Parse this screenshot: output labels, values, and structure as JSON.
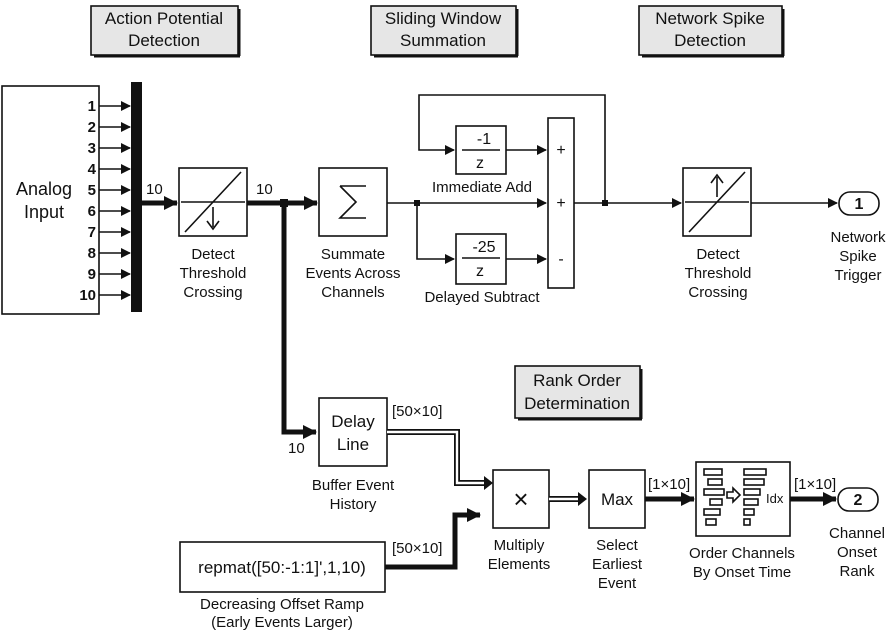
{
  "headers": {
    "action_potential": [
      "Action Potential",
      "Detection"
    ],
    "sliding_window": [
      "Sliding Window",
      "Summation"
    ],
    "network_spike": [
      "Network Spike",
      "Detection"
    ],
    "rank_order": [
      "Rank Order",
      "Determination"
    ]
  },
  "analog_input": {
    "label": [
      "Analog",
      "Input"
    ],
    "ports": [
      "1",
      "2",
      "3",
      "4",
      "5",
      "6",
      "7",
      "8",
      "9",
      "10"
    ]
  },
  "signal_labels": {
    "mux_out": "10",
    "threshold_out": "10",
    "delay_in": "10",
    "delay_out": "[50×10]",
    "ramp_out": "[50×10]",
    "max_out": "[1×10]",
    "sort_out": "[1×10]"
  },
  "blocks": {
    "detect_threshold_1": [
      "Detect",
      "Threshold",
      "Crossing"
    ],
    "summate": [
      "Summate",
      "Events Across",
      "Channels"
    ],
    "immediate_add": {
      "num": "-1",
      "den": "z",
      "caption": "Immediate Add"
    },
    "delayed_subtract": {
      "num": "-25",
      "den": "z",
      "caption": "Delayed Subtract"
    },
    "sum_signs": [
      "+",
      "+",
      "-"
    ],
    "detect_threshold_2": [
      "Detect",
      "Threshold",
      "Crossing"
    ],
    "outport_1": {
      "number": "1",
      "caption": [
        "Network",
        "Spike",
        "Trigger"
      ]
    },
    "delay_line": {
      "text": [
        "Delay",
        "Line"
      ],
      "caption": [
        "Buffer Event",
        "History"
      ]
    },
    "ramp": {
      "text": "repmat([50:-1:1]',1,10)",
      "caption": [
        "Decreasing Offset Ramp",
        "(Early Events Larger)"
      ]
    },
    "multiply": {
      "symbol": "×",
      "caption": [
        "Multiply",
        "Elements"
      ]
    },
    "max": {
      "text": "Max",
      "caption": [
        "Select",
        "Earliest",
        "Event"
      ]
    },
    "sort": {
      "idx": "Idx",
      "caption": [
        "Order Channels",
        "By Onset Time"
      ]
    },
    "outport_2": {
      "number": "2",
      "caption": [
        "Channel",
        "Onset",
        "Rank"
      ]
    }
  },
  "colors": {
    "line": "#111111",
    "header_fill": "#e6e6e6",
    "block_fill": "#ffffff"
  }
}
